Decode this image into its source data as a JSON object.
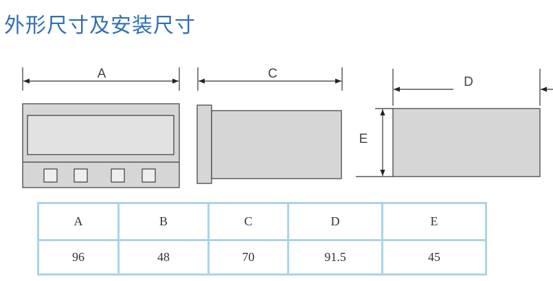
{
  "title": "外形尺寸及安装尺寸",
  "dimension_labels": {
    "a": "A",
    "c": "C",
    "d": "D",
    "e": "E"
  },
  "table": {
    "headers": [
      "A",
      "B",
      "C",
      "D",
      "E"
    ],
    "values": [
      "96",
      "48",
      "70",
      "91.5",
      "45"
    ]
  },
  "colors": {
    "title": "#2f6fb5",
    "table_border": "#a9d3ec",
    "panel_fill": "#d6d6d6",
    "outline": "#3a3a3a"
  }
}
